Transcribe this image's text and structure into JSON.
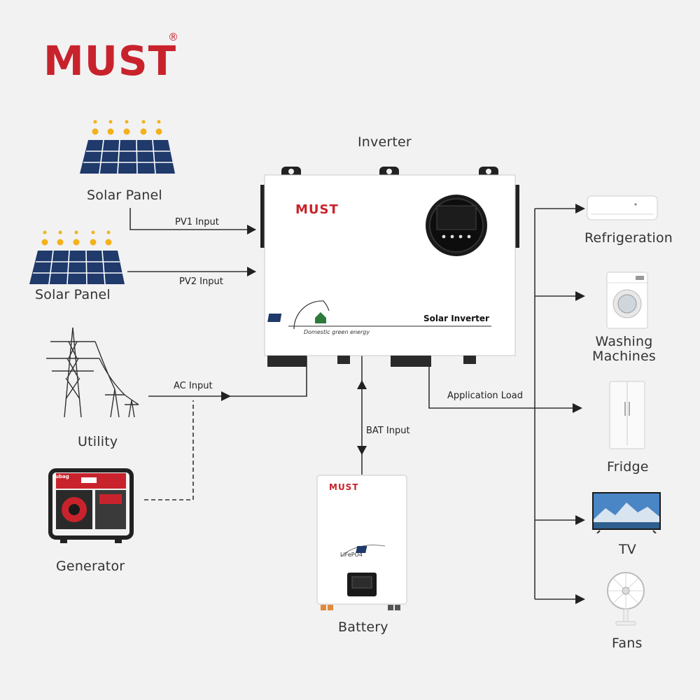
{
  "brand": {
    "logo": "MUST",
    "registered": "®"
  },
  "nodes": {
    "inverter": "Inverter",
    "solar_panel_1": "Solar Panel",
    "solar_panel_2": "Solar Panel",
    "utility": "Utility",
    "generator": "Generator",
    "battery": "Battery",
    "refrigeration": "Refrigeration",
    "washing_machines": "Washing\nMachines",
    "fridge": "Fridge",
    "tv": "TV",
    "fans": "Fans"
  },
  "connections": {
    "pv1": "PV1 Input",
    "pv2": "PV2 Input",
    "ac": "AC Input",
    "bat": "BAT Input",
    "load": "Application Load"
  },
  "inverter_device": {
    "logo": "MUST",
    "product": "Solar Inverter",
    "tagline": "Domestic green energy"
  },
  "battery_device": {
    "logo": "MUST",
    "chemistry": "LiFePO4"
  },
  "generator_device": {
    "badge": "fubag"
  },
  "colors": {
    "brand_red": "#c8232c",
    "panel_blue": "#1f3a6b",
    "sun_yellow": "#f2b21b",
    "line": "#333333"
  }
}
